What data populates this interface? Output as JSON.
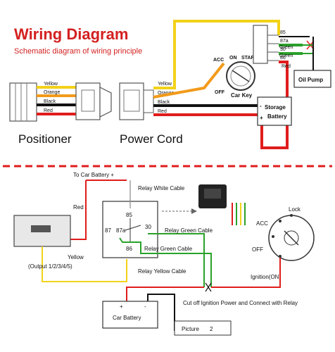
{
  "header": {
    "title": "Wiring Diagram",
    "subtitle": "Schematic diagram of wiring principle"
  },
  "top_wires": [
    "Yellow",
    "Orange",
    "Black",
    "Red"
  ],
  "positioner_label": "Positioner",
  "power_cord_label": "Power Cord",
  "relay_top": {
    "pins": [
      "85",
      "87a",
      "30",
      "86"
    ],
    "pin_colors": [
      "",
      "Green",
      "Green",
      "Red"
    ]
  },
  "car_key": {
    "acc": "ACC",
    "on": "ON",
    "start": "START",
    "off": "OFF",
    "label": "Car Key"
  },
  "oil_pump_label": "Oil Pump",
  "storage_battery": {
    "minus": "-",
    "plus": "+",
    "line1": "Storage",
    "line2": "Battery"
  },
  "bottom": {
    "to_car_battery": "To Car Battery +",
    "red_label": "Red",
    "yellow_label": "Yellow",
    "output_label": "(Output 1/2/3/4/5)",
    "relay_white_cable": "Relay White Cable",
    "relay_green_cable_1": "Relay Green Cable",
    "relay_green_cable_2": "Relay Green Cable",
    "relay_yellow_cable": "Relay Yellow Cable",
    "pins": {
      "p85": "85",
      "p87": "87",
      "p87a": "87a",
      "p30": "30",
      "p86": "86"
    },
    "lock_label": "Lock",
    "acc": "ACC",
    "off": "OFF",
    "ignition": "Ignition(ON)",
    "cut_off_text": "Cut off Ignition Power and Connect with Relay",
    "car_battery": "Car Battery",
    "battery_plus": "+",
    "battery_minus": "-",
    "picture_label": "Picture",
    "picture_number": "2"
  },
  "colors": {
    "red": "#e01c1c",
    "yellow": "#f2d21a",
    "orange": "#f29a1a",
    "black": "#111111",
    "green": "#2aa12a",
    "title_red": "#d42020"
  }
}
